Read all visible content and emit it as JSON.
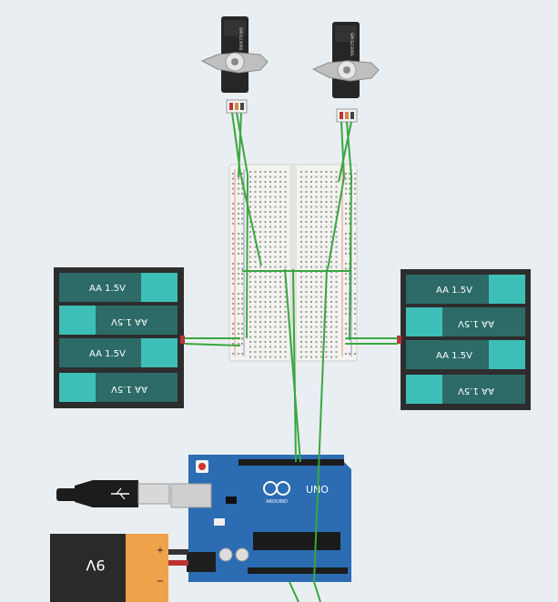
{
  "servos": [
    {
      "label": "SM-S2309S"
    },
    {
      "label": "SM-S2309S"
    }
  ],
  "battery_packs": [
    {
      "cells": [
        "AA 1.5V",
        "AA 1.5V",
        "AA 1.5V",
        "AA 1.5V"
      ]
    },
    {
      "cells": [
        "AA 1.5V",
        "AA 1.5V",
        "AA 1.5V",
        "AA 1.5V"
      ]
    }
  ],
  "arduino": {
    "brand": "ARDUINO",
    "model": "UNO"
  },
  "battery_9v": {
    "label": "9V",
    "plus": "+",
    "minus": "−"
  },
  "colors": {
    "background": "#e9eef2",
    "wire": "#3aa63f",
    "aa_teal": "#3dbfb8",
    "aa_dark": "#2b6a66",
    "holder": "#2d2d2d",
    "arduino_blue": "#2b6cb3",
    "breadboard": "#f1f1ee"
  }
}
